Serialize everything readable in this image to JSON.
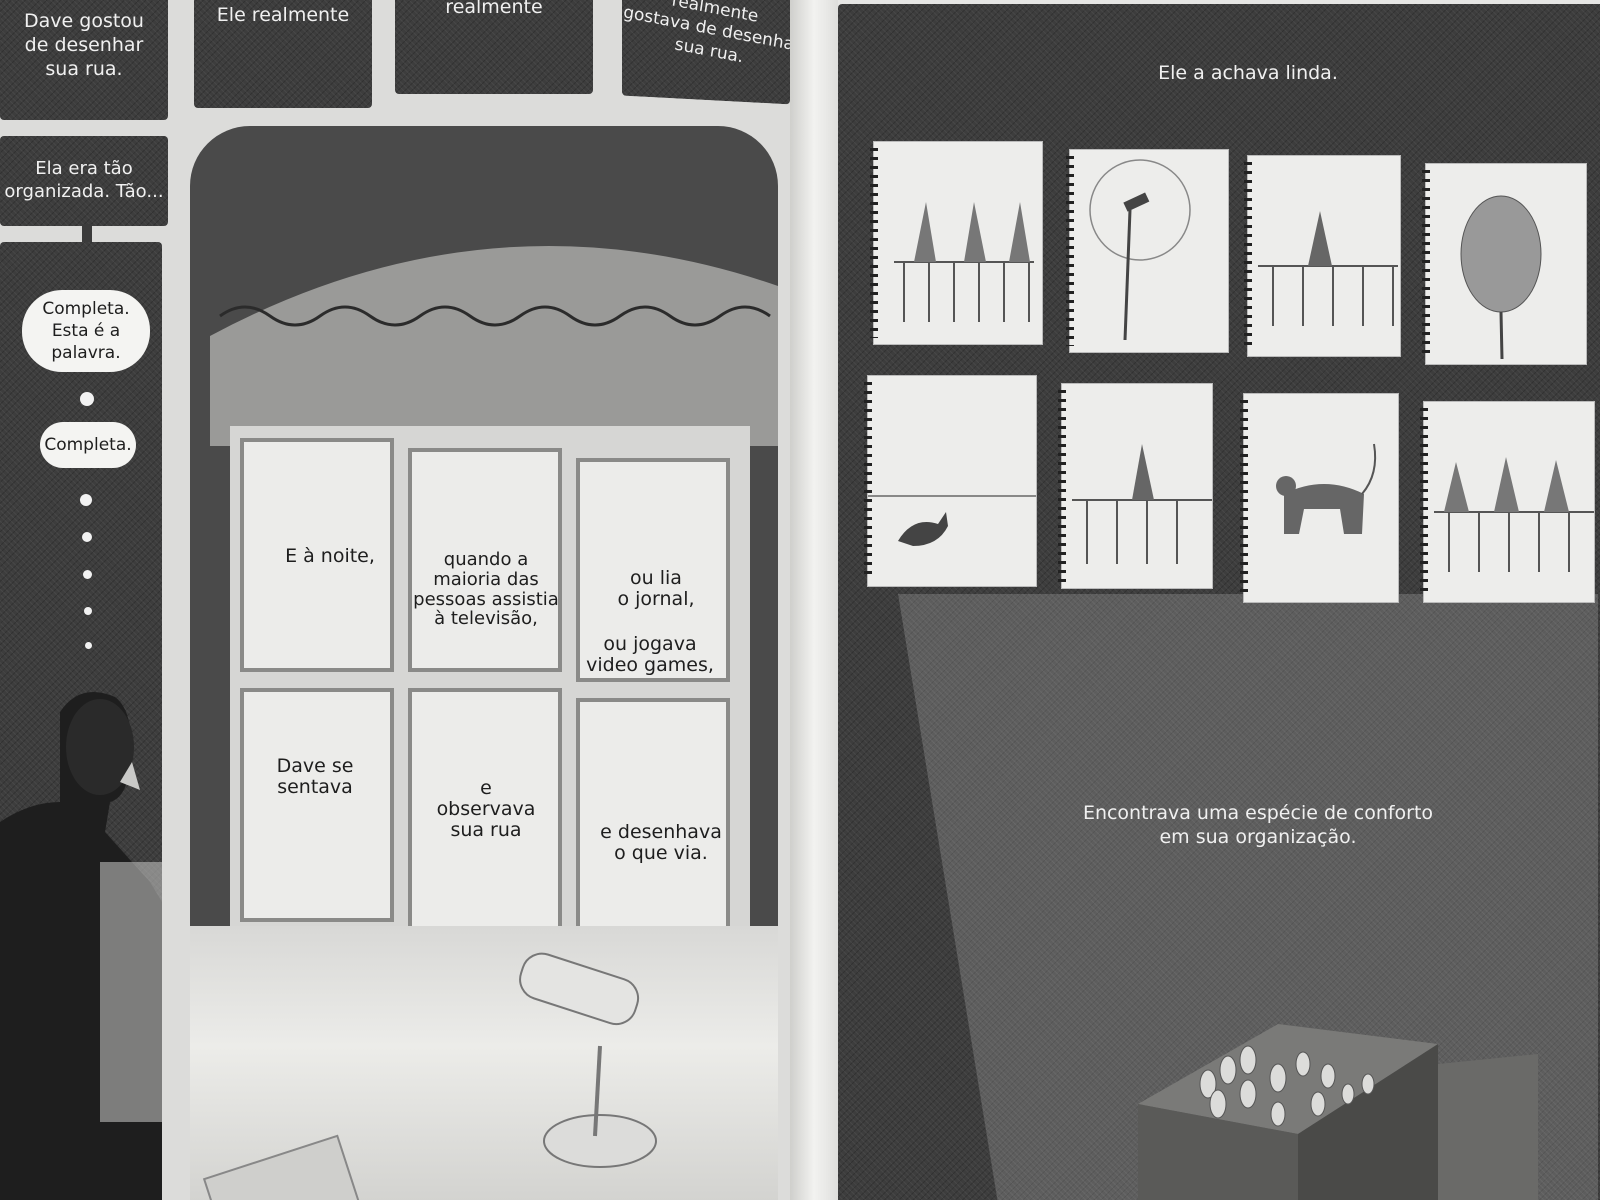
{
  "left_page": {
    "top_row": [
      {
        "text": "Dave gostou\nde desenhar\nsua rua."
      },
      {
        "text": "Ele realmente"
      },
      {
        "text": "realmente"
      },
      {
        "text": "realmente\ngostava de desenhar\nsua rua."
      }
    ],
    "side_caption": "Ela era tão\norganizada. Tão...",
    "thought_bubbles": [
      {
        "text": "Completa.\nEsta é a palavra."
      },
      {
        "text": "Completa."
      }
    ],
    "window_texts": [
      {
        "text": "E à noite,"
      },
      {
        "text": "quando a\nmaioria das\npessoas assistia\nà televisão,"
      },
      {
        "text": "ou lia\no jornal,"
      },
      {
        "text": "ou jogava\nvideo games,"
      },
      {
        "text": "Dave se\nsentava"
      },
      {
        "text": "e\nobservava\nsua rua"
      },
      {
        "text": "e desenhava\no que via."
      }
    ]
  },
  "right_page": {
    "top_caption": "Ele a achava linda.",
    "bottom_caption": "Encontrava uma espécie de conforto\nem sua organização.",
    "sketches": [
      {
        "subject": "three-men-walking"
      },
      {
        "subject": "street-lamp"
      },
      {
        "subject": "man-walking"
      },
      {
        "subject": "tree"
      },
      {
        "subject": "bird"
      },
      {
        "subject": "man-at-fence"
      },
      {
        "subject": "cat"
      },
      {
        "subject": "three-figures"
      }
    ]
  }
}
